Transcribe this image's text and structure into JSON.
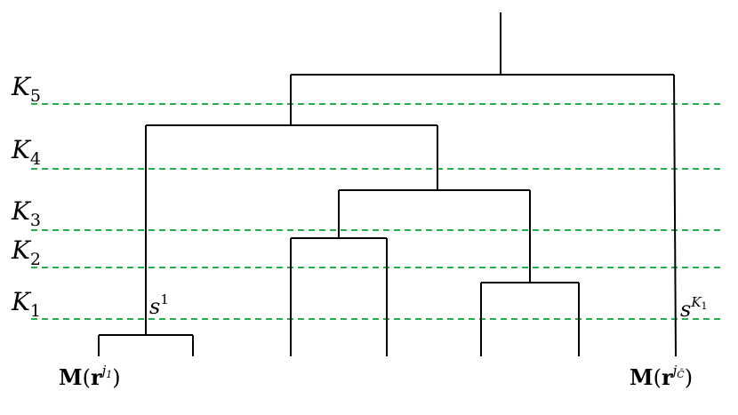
{
  "levels": [
    {
      "name": "K",
      "sub": "5"
    },
    {
      "name": "K",
      "sub": "4"
    },
    {
      "name": "K",
      "sub": "3"
    },
    {
      "name": "K",
      "sub": "2"
    },
    {
      "name": "K",
      "sub": "1"
    }
  ],
  "leaves": {
    "left": {
      "M": "M",
      "r": "r",
      "sup": "j",
      "sup_sub": "1"
    },
    "right": {
      "M": "M",
      "r": "r",
      "sup": "j",
      "sup_sub": "C̄"
    }
  },
  "segments": {
    "left": {
      "s": "s",
      "sup": "1"
    },
    "right": {
      "s": "s",
      "sup": "K",
      "sup_sub": "1"
    }
  },
  "colors": {
    "tree": "#000000",
    "threshold": "#22b14c"
  }
}
